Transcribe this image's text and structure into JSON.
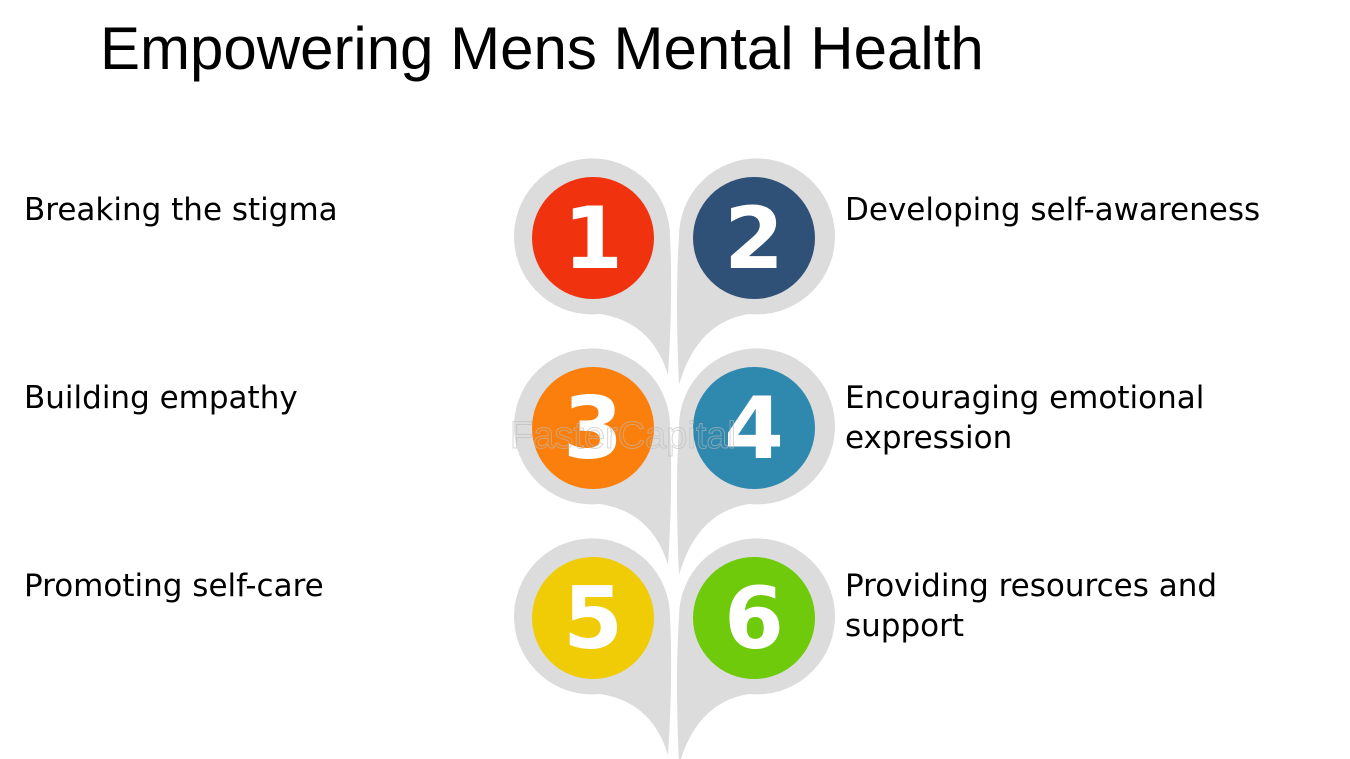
{
  "title": "Empowering Mens Mental Health",
  "items": [
    {
      "number": "1",
      "label": "Breaking the stigma",
      "color": "#f0320f"
    },
    {
      "number": "2",
      "label": "Developing self-awareness",
      "color": "#2f5077"
    },
    {
      "number": "3",
      "label": "Building empathy",
      "color": "#fb7f0c"
    },
    {
      "number": "4",
      "label": "Encouraging emotional expression",
      "color": "#2f88ae"
    },
    {
      "number": "5",
      "label": "Promoting self-care",
      "color": "#f0cc06"
    },
    {
      "number": "6",
      "label": "Providing resources and support",
      "color": "#6fca0c"
    }
  ],
  "leaf_color": "#dcdcdc",
  "watermark": "FasterCapital"
}
